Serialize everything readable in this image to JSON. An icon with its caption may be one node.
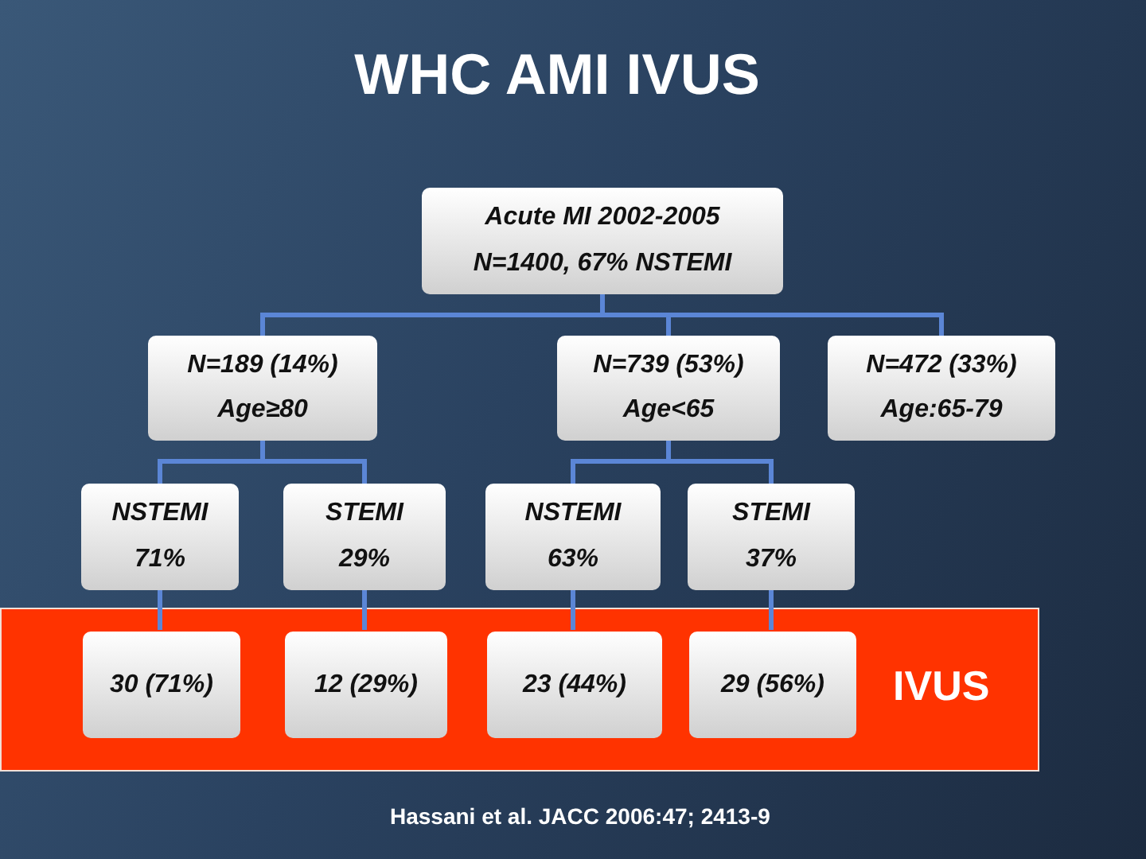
{
  "diagram": {
    "title": "WHC AMI IVUS",
    "nodes": [
      {
        "text": [
          "Acute MI 2002-2005",
          "N=1400, 67% NSTEMI"
        ]
      },
      {
        "text": [
          "N=189 (14%)",
          "Age≥80"
        ]
      },
      {
        "text": [
          "N=739 (53%)",
          "Age<65"
        ]
      },
      {
        "text": [
          "N=472 (33%)",
          "Age:65-79"
        ]
      },
      {
        "text": [
          "NSTEMI",
          "71%"
        ]
      },
      {
        "text": [
          "STEMI",
          "29%"
        ]
      },
      {
        "text": [
          "NSTEMI",
          "63%"
        ]
      },
      {
        "text": [
          "STEMI",
          "37%"
        ]
      },
      {
        "text": [
          "IVUS"
        ]
      },
      {
        "text": [
          "30 (71%)"
        ],
        "in": 8
      },
      {
        "text": [
          "12 (29%)"
        ],
        "in": 8
      },
      {
        "text": [
          "23 (44%)"
        ],
        "in": 8
      },
      {
        "text": [
          "29 (56%)"
        ],
        "in": 8
      }
    ],
    "edges": [
      {
        "from": 0,
        "to": 1,
        "arrow": "none"
      },
      {
        "from": 0,
        "to": 2,
        "arrow": "none"
      },
      {
        "from": 0,
        "to": 3,
        "arrow": "none"
      },
      {
        "from": 1,
        "to": 4,
        "arrow": "none"
      },
      {
        "from": 1,
        "to": 5,
        "arrow": "none"
      },
      {
        "from": 2,
        "to": 6,
        "arrow": "none"
      },
      {
        "from": 2,
        "to": 7,
        "arrow": "none"
      },
      {
        "from": 4,
        "to": 9,
        "arrow": "none"
      },
      {
        "from": 5,
        "to": 10,
        "arrow": "none"
      },
      {
        "from": 6,
        "to": 11,
        "arrow": "none"
      },
      {
        "from": 7,
        "to": 12,
        "arrow": "none"
      }
    ],
    "caption": "Hassani et al. JACC 2006:47; 2413-9"
  }
}
